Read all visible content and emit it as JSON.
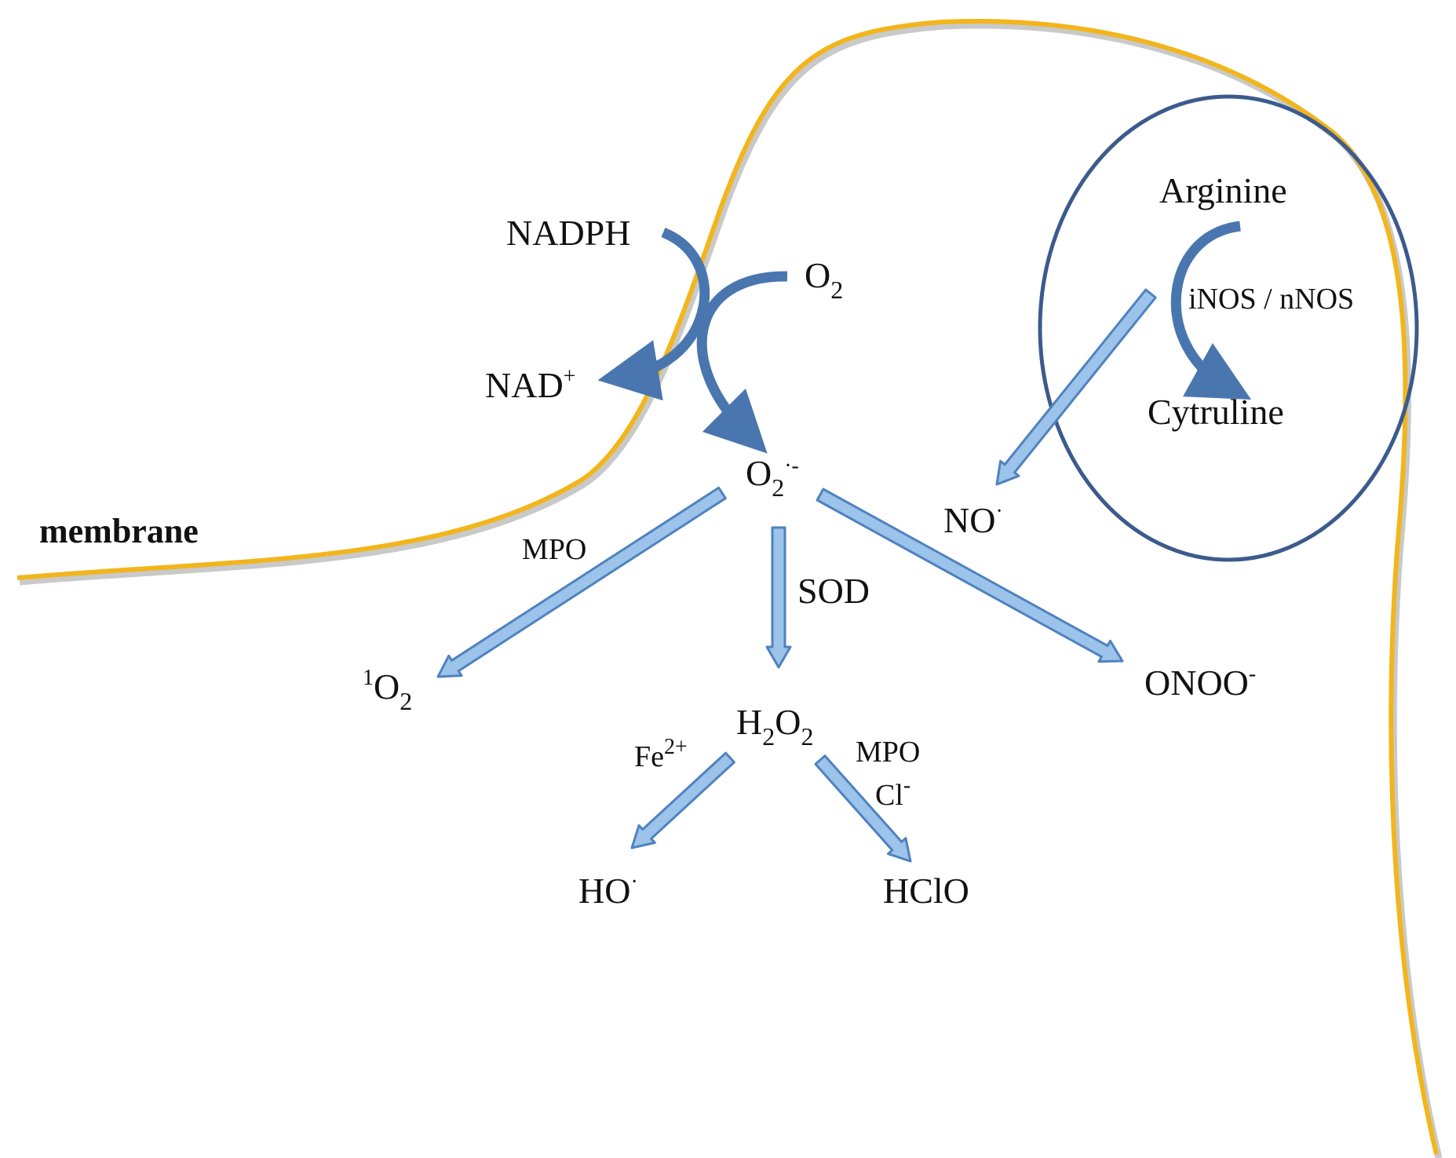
{
  "labels": {
    "membrane": "membrane",
    "nadph": "NADPH",
    "o2": {
      "base": "O",
      "sub": "2"
    },
    "nad": {
      "base": "NAD",
      "sup": "+"
    },
    "superoxide": {
      "base": "O",
      "sub": "2",
      "sup": "·-"
    },
    "arginine": "Arginine",
    "nos": "iNOS / nNOS",
    "cytruline": "Cytruline",
    "no": {
      "base": "NO",
      "sup": "·"
    },
    "mpo_left": "MPO",
    "sod": "SOD",
    "singlet_o2": {
      "pre": "1",
      "base": "O",
      "sub": "2"
    },
    "h2o2": {
      "h": "H",
      "sub1": "2",
      "o": "O",
      "sub2": "2"
    },
    "onoo": {
      "base": "ONOO",
      "sup": "-"
    },
    "fe": {
      "base": "Fe",
      "sup": "2+"
    },
    "mpo_right": "MPO",
    "cl": {
      "base": "Cl",
      "sup": "-"
    },
    "ho": {
      "base": "HO",
      "sup": "·"
    },
    "hclo": "HClO"
  },
  "colors": {
    "membrane": "#f2b51c",
    "membrane_shadow": "#c9c9c9",
    "arrow_fill": "#9cc3ea",
    "arrow_edge": "#4f82be",
    "curved_arrow": "#4a76b0",
    "circle": "#3b5b8c",
    "text": "#111111"
  }
}
